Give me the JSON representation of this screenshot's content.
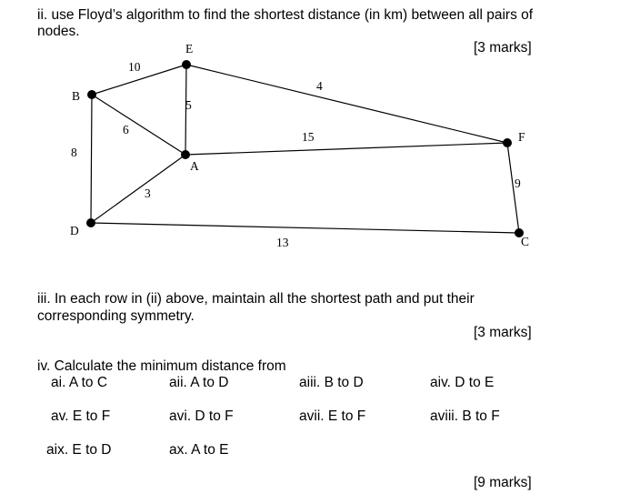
{
  "q2": {
    "line1": "ii. use Floyd’s algorithm to find the shortest distance (in km) between all pairs of",
    "line2": "nodes.",
    "marks": "[3 marks]"
  },
  "graph": {
    "nodes": {
      "B": "B",
      "E": "E",
      "A": "A",
      "D": "D",
      "F": "F",
      "C": "C"
    },
    "weights": {
      "BE": "10",
      "EF": "4",
      "EA": "5",
      "AF": "15",
      "BA": "6",
      "BD": "8",
      "DA": "3",
      "DC": "13",
      "FC": "9"
    }
  },
  "q3": {
    "line1": "iii. In each row in (ii) above, maintain all the shortest path and put their",
    "line2": "corresponding symmetry.",
    "marks": "[3 marks]"
  },
  "q4": {
    "heading": "iv. Calculate the minimum distance from",
    "items": [
      "ai. A to C",
      "aii. A to D",
      "aiii. B to D",
      "aiv. D to E",
      "av. E to F",
      "avi. D to F",
      "avii. E to F",
      "aviii. B to F",
      "aix. E to D",
      "ax. A to E"
    ],
    "marks": "[9 marks]"
  }
}
